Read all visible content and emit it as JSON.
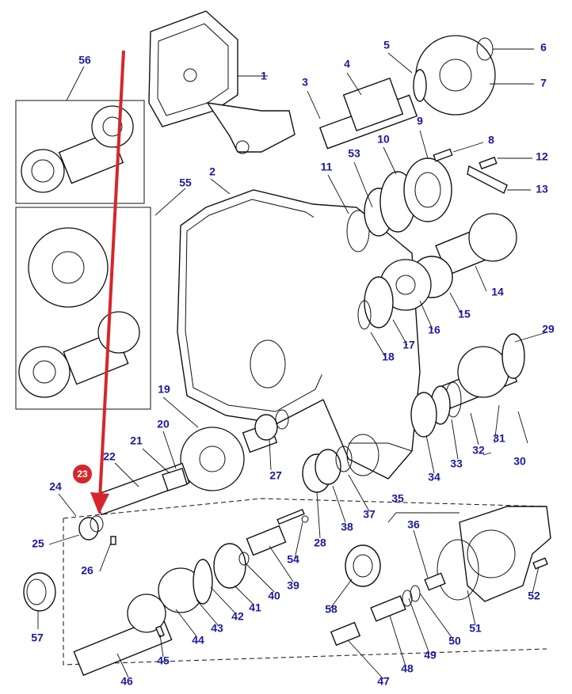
{
  "colors": {
    "label": "#1a1a9c",
    "arrow": "#d6262b",
    "highlight_badge": "#d6262b",
    "line": "#111111"
  },
  "highlight": {
    "label": "23"
  },
  "labels": {
    "l1": "1",
    "l2": "2",
    "l3": "3",
    "l4": "4",
    "l5": "5",
    "l6": "6",
    "l7": "7",
    "l8": "8",
    "l9": "9",
    "l10": "10",
    "l11": "11",
    "l12": "12",
    "l13": "13",
    "l14": "14",
    "l15": "15",
    "l16": "16",
    "l17": "17",
    "l18": "18",
    "l19": "19",
    "l20": "20",
    "l21": "21",
    "l22": "22",
    "l24": "24",
    "l25": "25",
    "l26": "26",
    "l27": "27",
    "l28": "28",
    "l29": "29",
    "l30": "30",
    "l31": "31",
    "l32": "32",
    "l33": "33",
    "l34": "34",
    "l35": "35",
    "l36": "36",
    "l37": "37",
    "l38": "38",
    "l39": "39",
    "l40": "40",
    "l41": "41",
    "l42": "42",
    "l43": "43",
    "l44": "44",
    "l45": "45",
    "l46": "46",
    "l47": "47",
    "l48": "48",
    "l49": "49",
    "l50": "50",
    "l51": "51",
    "l52": "52",
    "l53": "53",
    "l54": "54",
    "l55": "55",
    "l56": "56",
    "l57": "57",
    "l58": "58"
  }
}
